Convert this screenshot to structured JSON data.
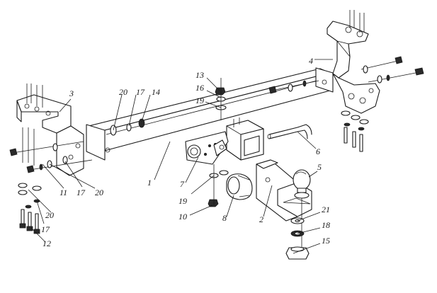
{
  "figure": {
    "background": "#ffffff",
    "line_color": "#1a1a1a"
  },
  "callouts": {
    "p1": "1",
    "p2": "2",
    "p3": "3",
    "p4": "4",
    "p5": "5",
    "p6": "6",
    "p7": "7",
    "p8": "8",
    "p10": "10",
    "p11": "11",
    "p12": "12",
    "p13": "13",
    "p14": "14",
    "p15": "15",
    "p16": "16",
    "p17": "17",
    "p18": "18",
    "p19": "19",
    "p20": "20",
    "p21": "21"
  }
}
